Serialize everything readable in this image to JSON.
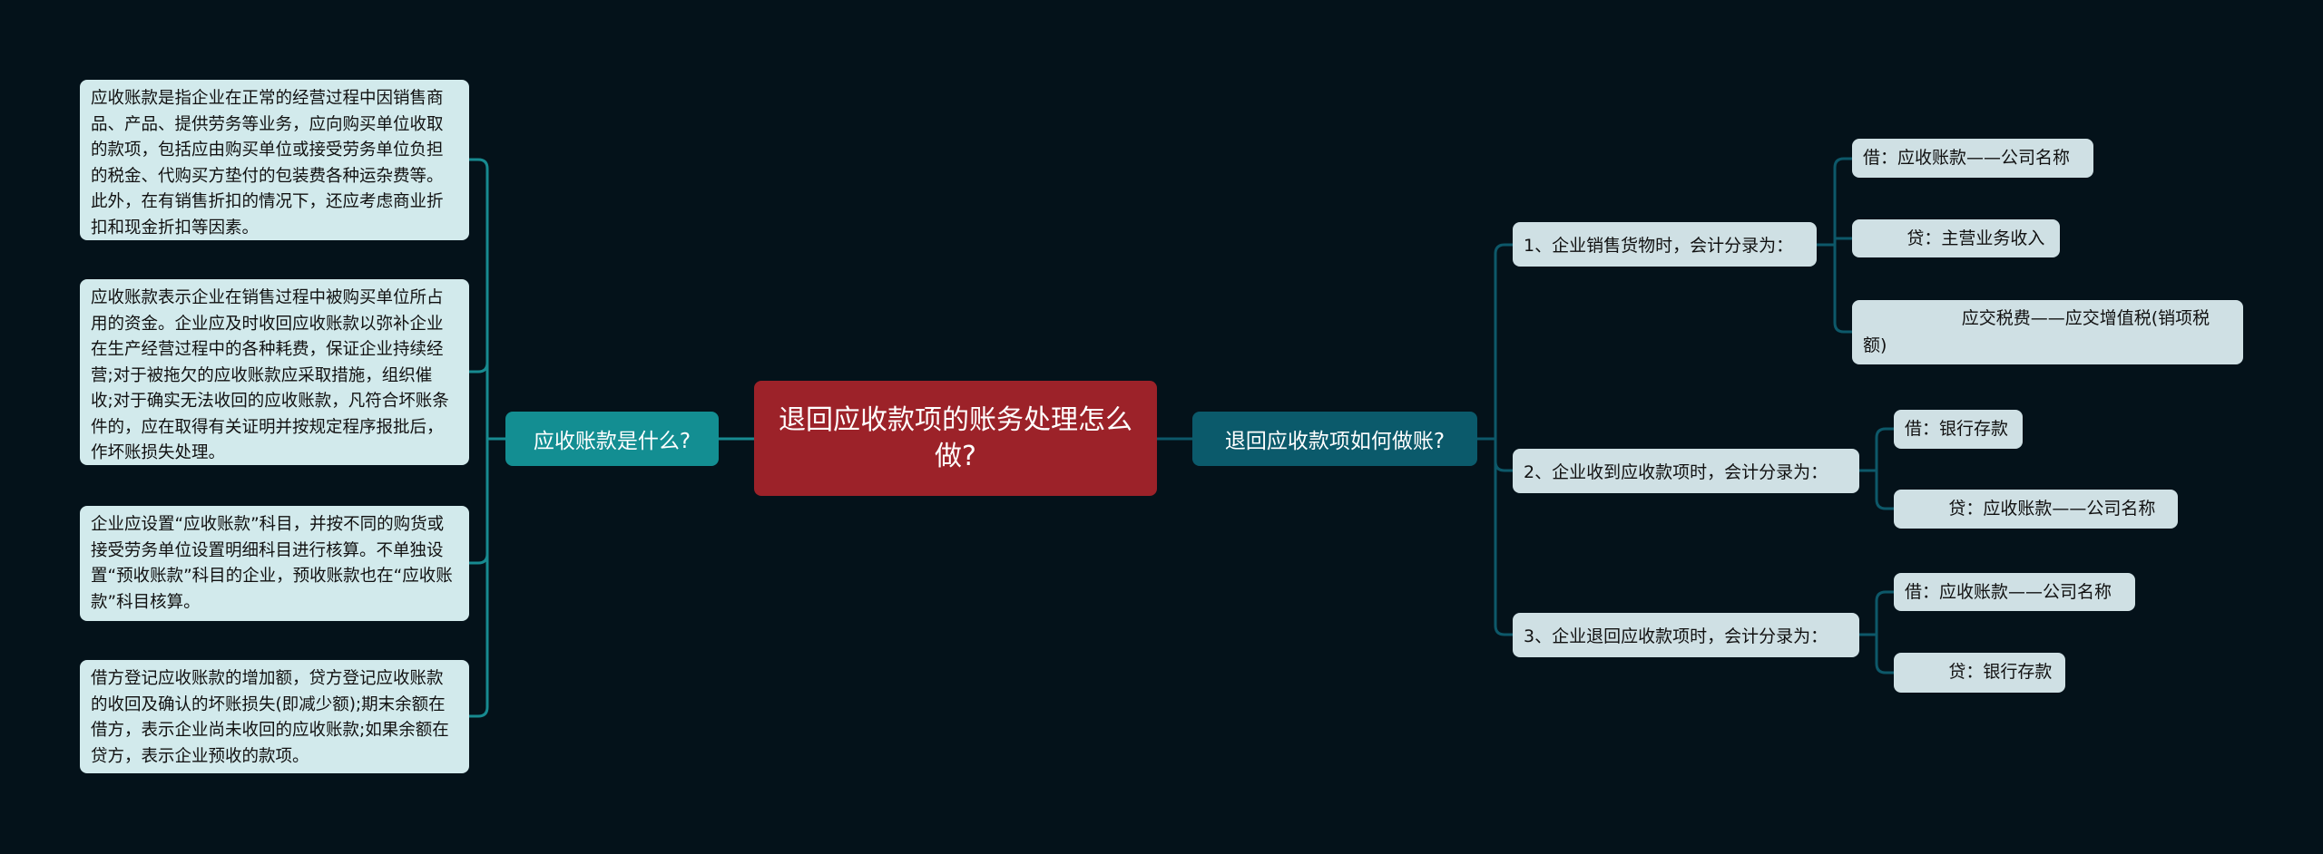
{
  "center": {
    "title": "退回应收款项的账务处理怎么做?"
  },
  "left_branch": {
    "label": "应收账款是什么?",
    "items": [
      "应收账款是指企业在正常的经营过程中因销售商品、产品、提供劳务等业务，应向购买单位收取的款项，包括应由购买单位或接受劳务单位负担的税金、代购买方垫付的包装费各种运杂费等。此外，在有销售折扣的情况下，还应考虑商业折扣和现金折扣等因素。",
      "应收账款表示企业在销售过程中被购买单位所占用的资金。企业应及时收回应收账款以弥补企业在生产经营过程中的各种耗费，保证企业持续经营;对于被拖欠的应收账款应采取措施，组织催收;对于确实无法收回的应收账款，凡符合坏账条件的，应在取得有关证明并按规定程序报批后，作坏账损失处理。",
      "企业应设置“应收账款”科目，并按不同的购货或接受劳务单位设置明细科目进行核算。不单独设置“预收账款”科目的企业，预收账款也在“应收账款”科目核算。",
      "借方登记应收账款的增加额，贷方登记应收账款的收回及确认的坏账损失(即减少额);期末余额在借方，表示企业尚未收回的应收账款;如果余额在贷方，表示企业预收的款项。"
    ]
  },
  "right_branch": {
    "label": "退回应收款项如何做账?",
    "items": [
      {
        "label": "1、企业销售货物时，会计分录为：",
        "children": [
          "借：应收账款——公司名称",
          "        贷：主营业务收入",
          "                  应交税费——应交增值税(销项税额)"
        ]
      },
      {
        "label": "2、企业收到应收款项时，会计分录为：",
        "children": [
          "借：银行存款",
          "        贷：应收账款——公司名称"
        ]
      },
      {
        "label": "3、企业退回应收款项时，会计分录为：",
        "children": [
          "借：应收账款——公司名称",
          "        贷：银行存款"
        ]
      }
    ]
  },
  "colors": {
    "center": "#9c2229",
    "left": "#138e92",
    "right": "#0b5a6b",
    "bg": "#04121a"
  }
}
